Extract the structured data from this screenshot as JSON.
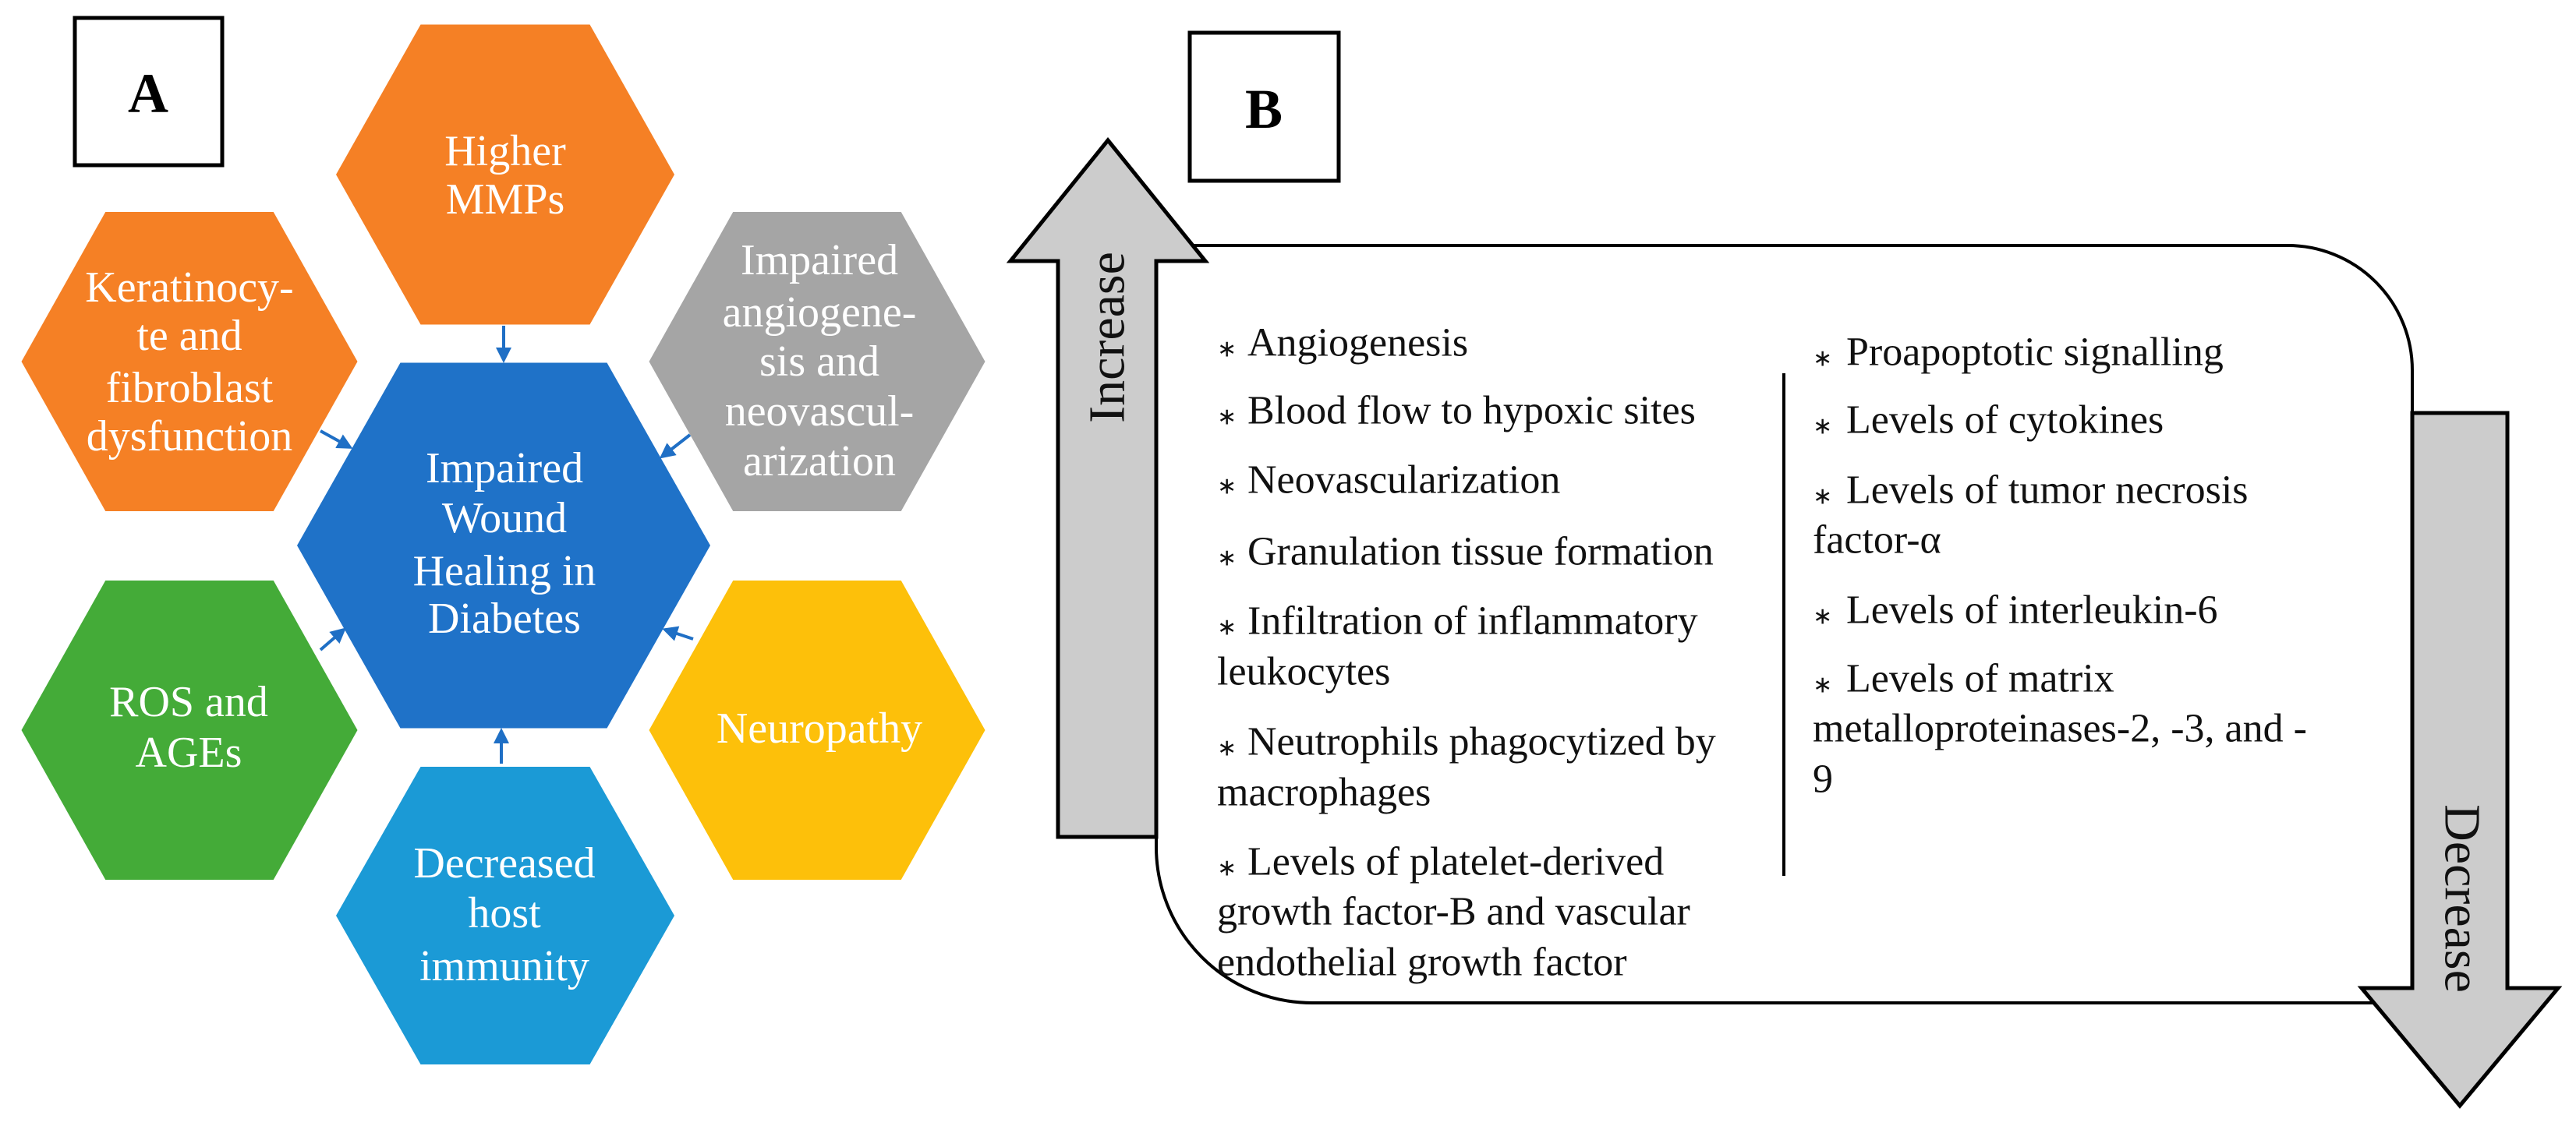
{
  "panel_a": {
    "label": "A",
    "arrow_color": "#1f6fc5",
    "center": {
      "color": "#1f72c8",
      "lines": [
        "Impaired",
        "Wound",
        "Healing in",
        "Diabetes"
      ]
    },
    "hexagons": [
      {
        "name": "higher-mmps",
        "color": "#f58025",
        "lines": [
          "Higher",
          "MMPs"
        ]
      },
      {
        "name": "keratinocyte-fibroblast",
        "color": "#f58025",
        "lines": [
          "Keratinocy-",
          "te and",
          "fibroblast",
          "dysfunction"
        ]
      },
      {
        "name": "impaired-angiogenesis",
        "color": "#a5a5a5",
        "lines": [
          "Impaired",
          "angiogene-",
          "sis and",
          "neovascul-",
          "arization"
        ]
      },
      {
        "name": "ros-ages",
        "color": "#44ab38",
        "lines": [
          "ROS and",
          "AGEs"
        ]
      },
      {
        "name": "neuropathy",
        "color": "#fdc00a",
        "lines": [
          "Neuropathy"
        ]
      },
      {
        "name": "decreased-immunity",
        "color": "#1b9ad6",
        "lines": [
          "Decreased",
          "host",
          "immunity"
        ]
      }
    ]
  },
  "panel_b": {
    "label": "B",
    "arrow_fill": "#cccccc",
    "bullet": "∗",
    "increase_label": "Increase",
    "decrease_label": "Decrease",
    "increase_items": [
      {
        "lines": [
          "Angiogenesis"
        ]
      },
      {
        "lines": [
          "Blood flow to hypoxic sites"
        ]
      },
      {
        "lines": [
          "Neovascularization"
        ]
      },
      {
        "lines": [
          "Granulation tissue formation"
        ]
      },
      {
        "lines": [
          "Infiltration of inflammatory",
          "leukocytes"
        ]
      },
      {
        "lines": [
          "Neutrophils phagocytized by",
          "macrophages"
        ]
      },
      {
        "lines": [
          "Levels of platelet-derived",
          "growth factor-B and vascular",
          "endothelial growth factor"
        ]
      }
    ],
    "decrease_items": [
      {
        "lines": [
          "Proapoptotic signalling"
        ]
      },
      {
        "lines": [
          "Levels of cytokines"
        ]
      },
      {
        "lines": [
          "Levels of tumor necrosis",
          "factor-α"
        ]
      },
      {
        "lines": [
          "Levels of interleukin-6"
        ]
      },
      {
        "lines": [
          "Levels of matrix",
          "metalloproteinases-2, -3, and -",
          "9"
        ]
      }
    ]
  }
}
